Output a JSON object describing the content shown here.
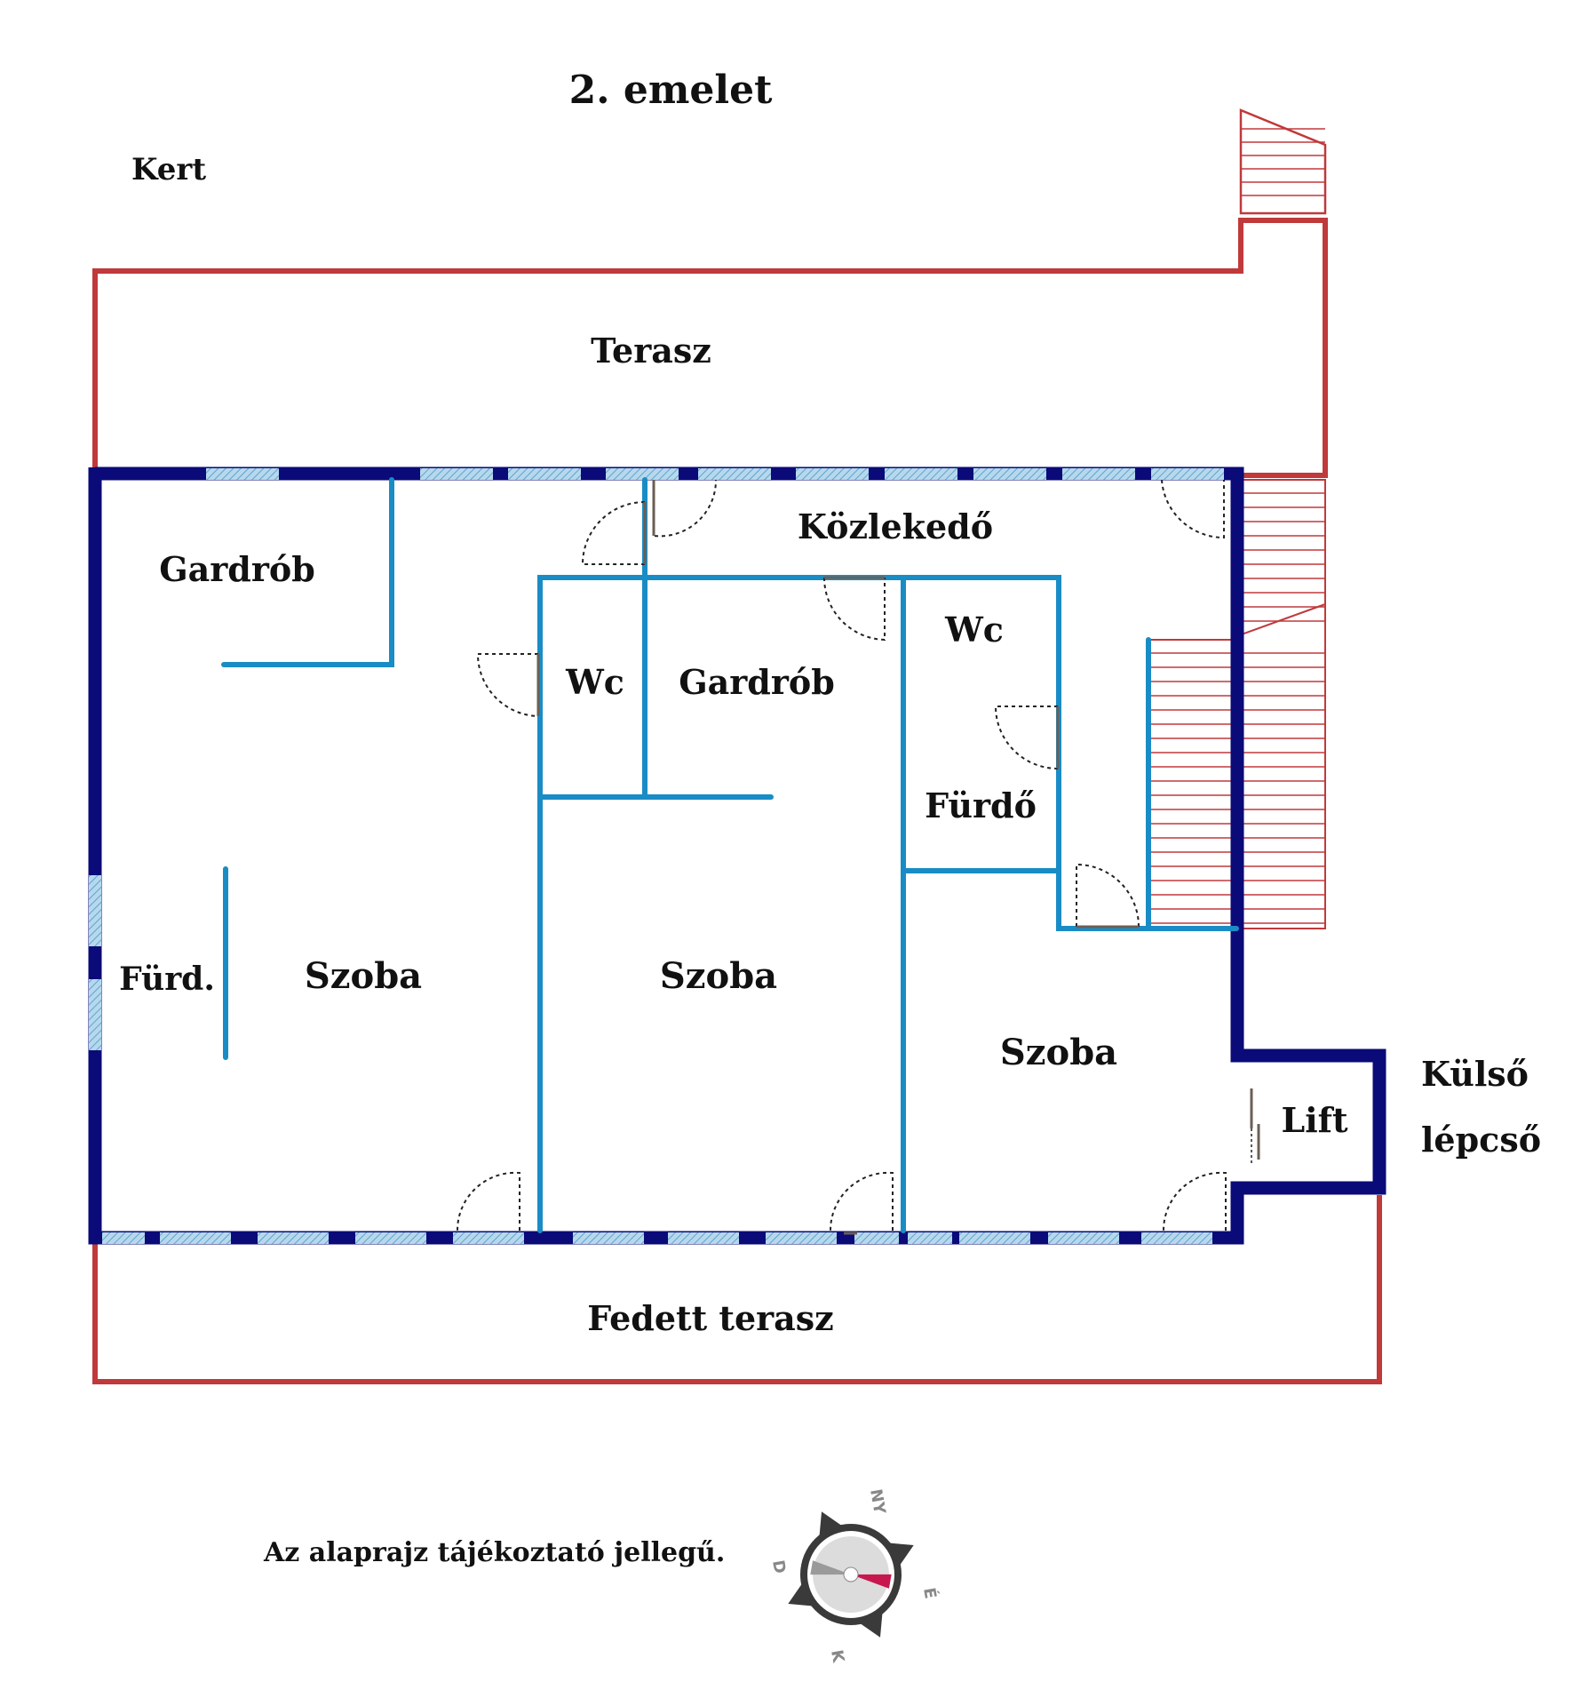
{
  "title": "2. emelet",
  "outdoor": {
    "garden": "Kert",
    "terrace": "Terasz",
    "covered_terrace": "Fedett terasz",
    "external_stairs_line1": "Külső",
    "external_stairs_line2": "lépcső"
  },
  "rooms": {
    "corridor": "Közlekedő",
    "wardrobe_left": "Gardrób",
    "wc_middle": "Wc",
    "wardrobe_middle": "Gardrób",
    "wc_right": "Wc",
    "bathroom_right": "Fürdő",
    "bathroom_left": "Fürd.",
    "room_left": "Szoba",
    "room_middle": "Szoba",
    "room_right": "Szoba",
    "lift": "Lift"
  },
  "note": "Az alaprajz tájékoztató jellegű.",
  "compass": {
    "north_west": "NY",
    "east": "É",
    "south": "D",
    "k": "K"
  },
  "colors": {
    "exterior_wall": "#0a0a78",
    "interior_wall": "#1a8cc5",
    "terrace_outline": "#c0393b",
    "window": "#9ccbe6",
    "needle": "#c8174f"
  }
}
